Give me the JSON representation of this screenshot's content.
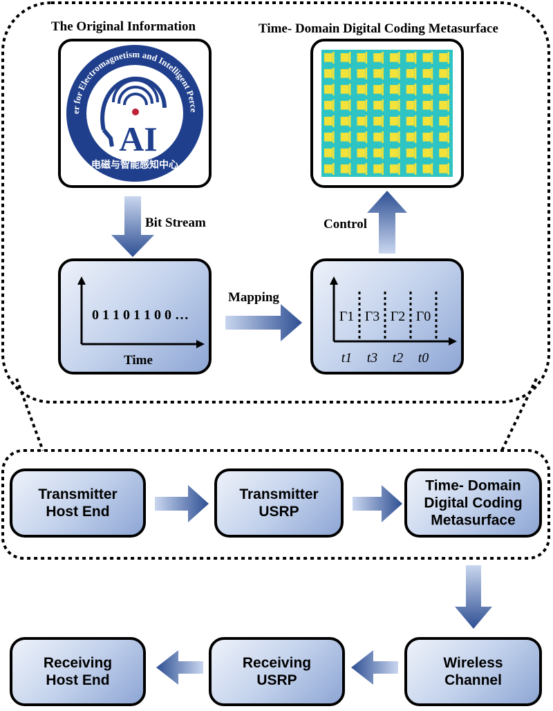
{
  "top_panel": {
    "original_info_title": "The Original Information",
    "metasurface_title": "Time- Domain Digital Coding Metasurface",
    "logo": {
      "ring_text": "Center for Electromagnetism and Intelligent Perception",
      "chinese_text": "电磁与智能感知中心",
      "center_text": "AI"
    },
    "bit_stream_label": "Bit Stream",
    "mapping_label": "Mapping",
    "control_label": "Control",
    "bits_plot": {
      "bits": "0 1 1 0 1 1 0 0 …",
      "xlabel": "Time"
    },
    "coding_plot": {
      "gammas": [
        "Γ1",
        "Γ3",
        "Γ2",
        "Γ0"
      ],
      "times": [
        "t1",
        "t3",
        "t2",
        "t0"
      ]
    }
  },
  "pipeline": {
    "transmitter_host": "Transmitter\nHost End",
    "transmitter_usrp": "Transmitter\nUSRP",
    "metasurface": "Time- Domain\nDigital Coding\nMetasurface",
    "wireless_channel": "Wireless\nChannel",
    "receiving_usrp": "Receiving\nUSRP",
    "receiving_host": "Receiving\nHost End"
  },
  "colors": {
    "box_light": "#eef2fa",
    "box_dark": "#8ea6d5",
    "arrow_dark": "#2e4f93",
    "arrow_light": "#c9d6ef",
    "logo_blue": "#1f3f8c",
    "metasurface_bg": "#2ec4c4",
    "metasurface_cell": "#f2e23a"
  }
}
